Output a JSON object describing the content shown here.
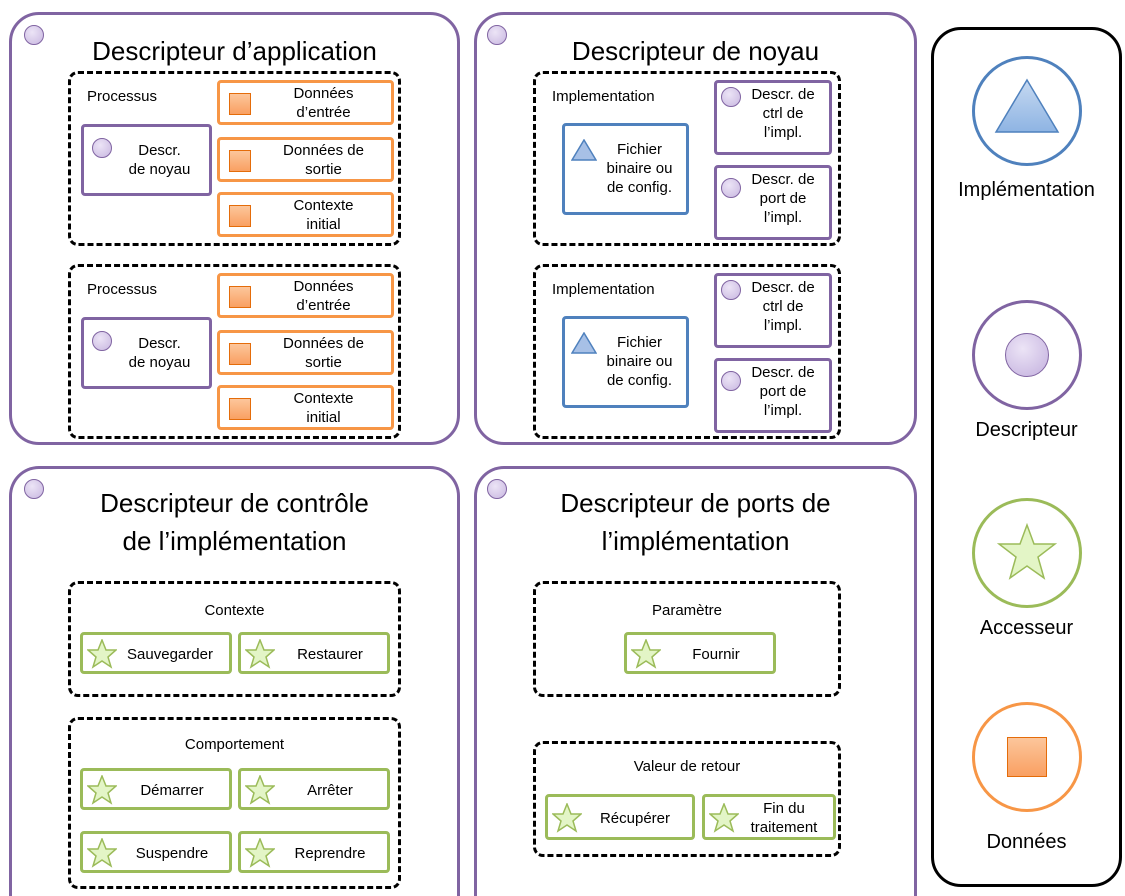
{
  "panels": {
    "application": {
      "title": "Descripteur d’application",
      "groups": [
        {
          "label": "Processus",
          "descriptor": "Descr.\nde noyau",
          "data": [
            "Données\nd’entrée",
            "Données de\nsortie",
            "Contexte\ninitial"
          ]
        },
        {
          "label": "Processus",
          "descriptor": "Descr.\nde noyau",
          "data": [
            "Données\nd’entrée",
            "Données de\nsortie",
            "Contexte\ninitial"
          ]
        }
      ]
    },
    "kernel": {
      "title": "Descripteur de noyau",
      "groups": [
        {
          "label": "Implementation",
          "impl": "Fichier\nbinaire ou\nde config.",
          "descr": [
            "Descr. de\nctrl de\nl’impl.",
            "Descr. de\nport de\nl’impl."
          ]
        },
        {
          "label": "Implementation",
          "impl": "Fichier\nbinaire ou\nde config.",
          "descr": [
            "Descr. de\nctrl de\nl’impl.",
            "Descr. de\nport de\nl’impl."
          ]
        }
      ]
    },
    "control": {
      "title_line1": "Descripteur de contrôle",
      "title_line2": "de l’implémentation",
      "context": {
        "label": "Contexte",
        "accessors": [
          "Sauvegarder",
          "Restaurer"
        ]
      },
      "behaviour": {
        "label": "Comportement",
        "accessors": [
          "Démarrer",
          "Arrêter",
          "Suspendre",
          "Reprendre"
        ]
      }
    },
    "ports": {
      "title_line1": "Descripteur de ports de",
      "title_line2": "l’implémentation",
      "parameter": {
        "label": "Paramètre",
        "accessors": [
          "Fournir"
        ]
      },
      "return_value": {
        "label": "Valeur de retour",
        "accessors": [
          "Récupérer",
          "Fin du\ntraitement"
        ]
      }
    }
  },
  "legend": {
    "items": [
      {
        "icon": "triangle-icon",
        "label": "Implémentation",
        "color": "#4f81bd"
      },
      {
        "icon": "circle-icon",
        "label": "Descripteur",
        "color": "#8064a2"
      },
      {
        "icon": "star-icon",
        "label": "Accesseur",
        "color": "#9bbb59"
      },
      {
        "icon": "square-icon",
        "label": "Données",
        "color": "#f79646"
      }
    ]
  },
  "colors": {
    "descriptor": "#8064a2",
    "implementation": "#4f81bd",
    "accessor": "#9bbb59",
    "data": "#f79646"
  }
}
